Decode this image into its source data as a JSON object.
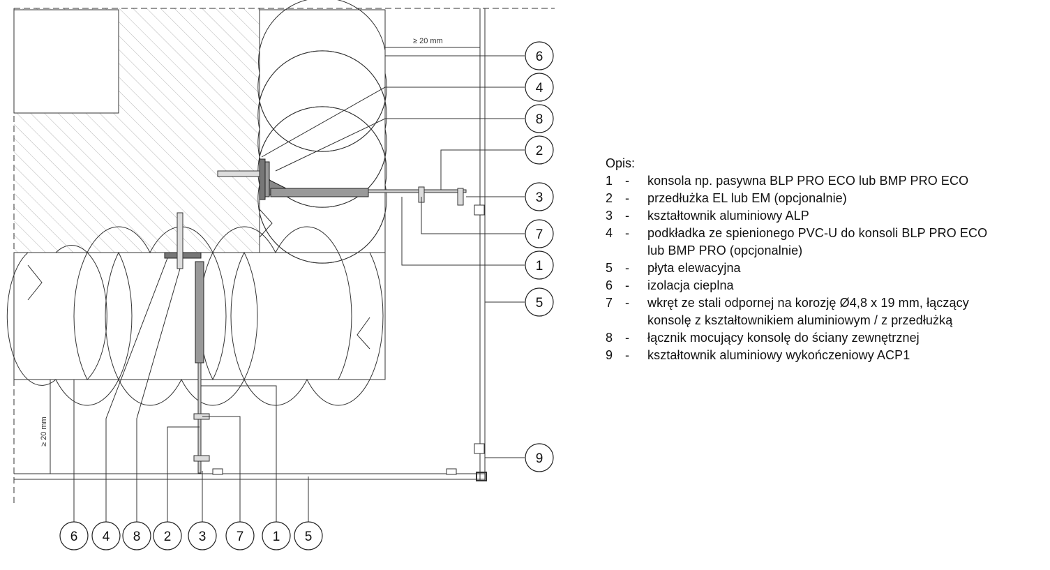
{
  "legend": {
    "title": "Opis:",
    "items": [
      {
        "num": "1",
        "dash": "-",
        "text": "konsola np. pasywna BLP PRO ECO lub BMP PRO ECO"
      },
      {
        "num": "2",
        "dash": "-",
        "text": "przedłużka EL lub EM (opcjonalnie)"
      },
      {
        "num": "3",
        "dash": "-",
        "text": "kształtownik aluminiowy ALP"
      },
      {
        "num": "4",
        "dash": "-",
        "text": "podkładka ze spienionego PVC-U do konsoli BLP PRO ECO\nlub BMP PRO (opcjonalnie)"
      },
      {
        "num": "5",
        "dash": "-",
        "text": "płyta elewacyjna"
      },
      {
        "num": "6",
        "dash": "-",
        "text": "izolacja cieplna"
      },
      {
        "num": "7",
        "dash": "-",
        "text": "wkręt ze stali odpornej na korozję Ø4,8 x 19 mm, łączący\nkonsolę z kształtownikiem aluminiowym / z przedłużką"
      },
      {
        "num": "8",
        "dash": "-",
        "text": "łącznik mocujący konsolę do ściany zewnętrznej"
      },
      {
        "num": "9",
        "dash": "-",
        "text": "kształtownik aluminiowy wykończeniowy ACP1"
      }
    ]
  },
  "dimensions": {
    "top_gap": "≥ 20 mm",
    "bottom_gap": "≥ 20 mm"
  },
  "callouts_right": [
    "6",
    "4",
    "8",
    "2",
    "3",
    "7",
    "1",
    "5",
    "9"
  ],
  "callouts_bottom": [
    "6",
    "4",
    "8",
    "2",
    "3",
    "7",
    "1",
    "5"
  ]
}
